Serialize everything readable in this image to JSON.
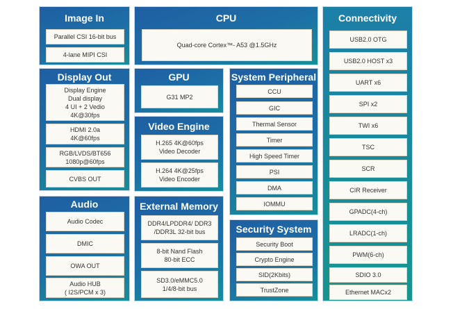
{
  "image_in": {
    "title": "Image In",
    "items": [
      "Parallel CSI 16-bit bus",
      "4-lane MIPI CSI"
    ]
  },
  "cpu": {
    "title": "CPU",
    "items": [
      "Quad-core Cortex™- A53 @1.5GHz"
    ]
  },
  "connectivity": {
    "title": "Connectivity",
    "items": [
      "USB2.0 OTG",
      "USB2.0 HOST x3",
      "UART x6",
      "SPI x2",
      "TWI x6",
      "TSC",
      "SCR",
      "CIR Receiver",
      "GPADC(4-ch)",
      "LRADC(1-ch)",
      "PWM(6-ch)",
      "SDIO 3.0",
      "Ethernet MACx2"
    ]
  },
  "display_out": {
    "title": "Display Out",
    "items": [
      "Display Engine\nDual display\n4 UI  + 2 Vedio\n4K@30fps",
      "HDMI 2.0a\n4K@60fps",
      "RGB/LVDS/BT656\n1080p@60fps",
      "CVBS OUT"
    ]
  },
  "gpu": {
    "title": "GPU",
    "items": [
      "G31 MP2"
    ]
  },
  "system_peripheral": {
    "title": "System Peripheral",
    "items": [
      "CCU",
      "GIC",
      "Thermal Sensor",
      "Timer",
      "High Speed Timer",
      "PSI",
      "DMA",
      "IOMMU"
    ]
  },
  "video_engine": {
    "title": "Video Engine",
    "items": [
      "H.265 4K@60fps\nVideo Decoder",
      "H.264 4K@25fps\nVideo Encoder"
    ]
  },
  "audio": {
    "title": "Audio",
    "items": [
      "Audio Codec",
      "DMIC",
      "OWA OUT",
      "Audio HUB\n( I2S/PCM x 3)"
    ]
  },
  "external_memory": {
    "title": "External Memory",
    "items": [
      "DDR4/LPDDR4/ DDR3\n/DDR3L 32-bit bus",
      "8-bit Nand Flash\n80-bit ECC",
      "SD3.0/eMMC5.0\n1/4/8-bit bus"
    ]
  },
  "security_system": {
    "title": "Security System",
    "items": [
      "Security Boot",
      "Crypto Engine",
      "SID(2Kbits)",
      "TrustZone"
    ]
  }
}
